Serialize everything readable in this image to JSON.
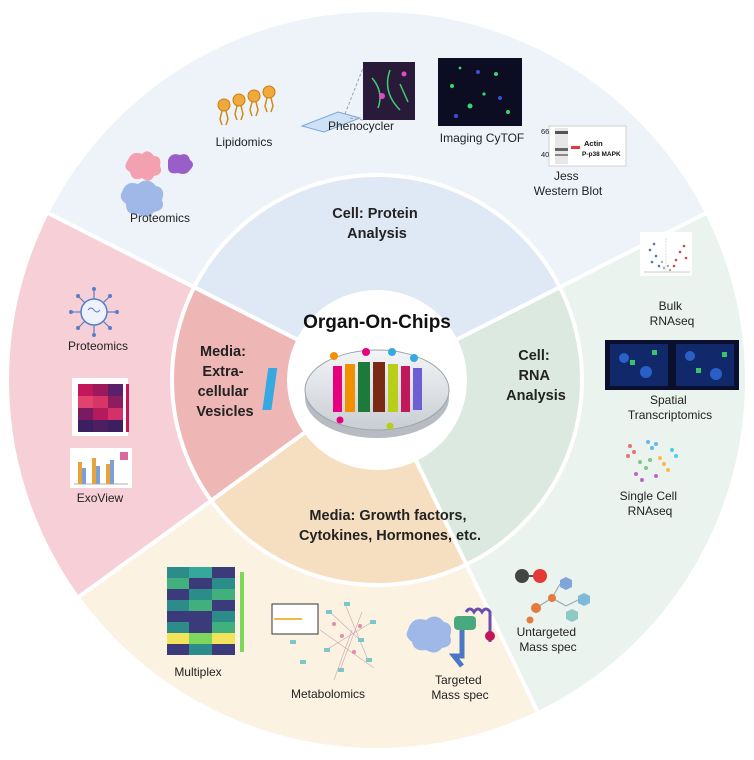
{
  "center": {
    "title": "Organ-On-Chips"
  },
  "inner_sections": {
    "protein": {
      "lines": [
        "Cell: Protein",
        "Analysis"
      ]
    },
    "rna": {
      "lines": [
        "Cell:",
        "RNA",
        "Analysis"
      ]
    },
    "media": {
      "lines": [
        "Media: Growth factors,",
        "Cytokines, Hormones, etc."
      ]
    },
    "ev": {
      "lines": [
        "Media:",
        "Extra-",
        "cellular",
        "Vesicles"
      ]
    }
  },
  "outer_labels": {
    "lipidomics": "Lipidomics",
    "phenocycler": "Phenocycler",
    "imaging_cytof": "Imaging CyTOF",
    "jess": [
      "Jess",
      "Western Blot"
    ],
    "proteomics_top": "Proteomics",
    "bulk": [
      "Bulk",
      "RNAseq"
    ],
    "spatial": [
      "Spatial",
      "Transcriptomics"
    ],
    "single_cell": [
      "Single Cell",
      "RNAseq"
    ],
    "untargeted": [
      "Untargeted",
      "Mass spec"
    ],
    "targeted": [
      "Targeted",
      "Mass spec"
    ],
    "metabolomics": "Metabolomics",
    "multiplex": "Multiplex",
    "proteomics_left": "Proteomics",
    "exoview": "ExoView"
  },
  "western_blot": {
    "marker_66": "66",
    "marker_40": "40",
    "band1": "Actin",
    "band2": "P-p38 MAPK"
  },
  "colors": {
    "protein_outer": "#eef3fa",
    "protein_inner": "#dfe8f5",
    "rna_outer": "#eaf3ee",
    "rna_inner": "#dce9e0",
    "media_outer": "#fcf2e2",
    "media_inner": "#f6dfc0",
    "ev_outer": "#f7cfd6",
    "ev_inner": "#eeb6b5",
    "divider": "#ffffff"
  }
}
